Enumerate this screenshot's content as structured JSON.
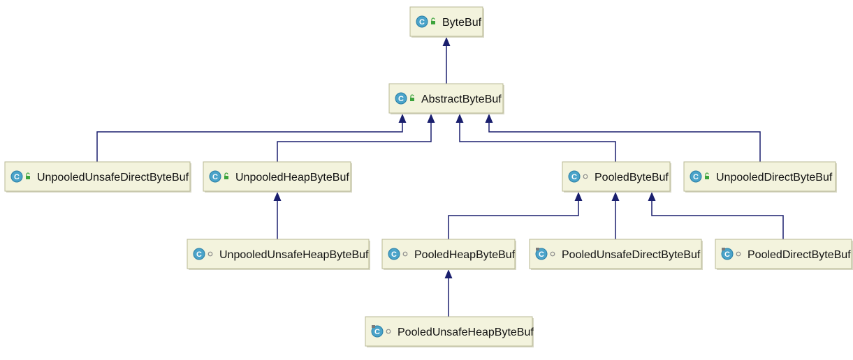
{
  "diagram": {
    "nodes": [
      {
        "id": "bytebuf",
        "label": "ByteBuf",
        "abstract": false,
        "visibility": "public"
      },
      {
        "id": "abstractbytebuf",
        "label": "AbstractByteBuf",
        "abstract": false,
        "visibility": "public"
      },
      {
        "id": "unpooledunsafedirectbytebuf",
        "label": "UnpooledUnsafeDirectByteBuf",
        "abstract": false,
        "visibility": "public"
      },
      {
        "id": "unpooledheapbytebuf",
        "label": "UnpooledHeapByteBuf",
        "abstract": false,
        "visibility": "public"
      },
      {
        "id": "pooledbytebuf",
        "label": "PooledByteBuf",
        "abstract": false,
        "visibility": "package"
      },
      {
        "id": "unpooleddirectbytebuf",
        "label": "UnpooledDirectByteBuf",
        "abstract": false,
        "visibility": "public"
      },
      {
        "id": "unpooledunsafeheapbytebuf",
        "label": "UnpooledUnsafeHeapByteBuf",
        "abstract": false,
        "visibility": "package"
      },
      {
        "id": "pooledheapbytebuf",
        "label": "PooledHeapByteBuf",
        "abstract": false,
        "visibility": "package"
      },
      {
        "id": "pooledunsafedirectbytebuf",
        "label": "PooledUnsafeDirectByteBuf",
        "abstract": true,
        "visibility": "package"
      },
      {
        "id": "pooleddirectbytebuf",
        "label": "PooledDirectByteBuf",
        "abstract": true,
        "visibility": "package"
      },
      {
        "id": "pooledunsafeheapbytebuf",
        "label": "PooledUnsafeHeapByteBuf",
        "abstract": true,
        "visibility": "package"
      }
    ],
    "edges": [
      {
        "from": "abstractbytebuf",
        "to": "bytebuf"
      },
      {
        "from": "unpooledunsafedirectbytebuf",
        "to": "abstractbytebuf"
      },
      {
        "from": "unpooledheapbytebuf",
        "to": "abstractbytebuf"
      },
      {
        "from": "pooledbytebuf",
        "to": "abstractbytebuf"
      },
      {
        "from": "unpooleddirectbytebuf",
        "to": "abstractbytebuf"
      },
      {
        "from": "unpooledunsafeheapbytebuf",
        "to": "unpooledheapbytebuf"
      },
      {
        "from": "pooledheapbytebuf",
        "to": "pooledbytebuf"
      },
      {
        "from": "pooledunsafedirectbytebuf",
        "to": "pooledbytebuf"
      },
      {
        "from": "pooleddirectbytebuf",
        "to": "pooledbytebuf"
      },
      {
        "from": "pooledunsafeheapbytebuf",
        "to": "pooledheapbytebuf"
      }
    ],
    "icon_letter": "C",
    "colors": {
      "edge": "#1a1f6e",
      "node_fill": "#f3f3dd",
      "class_icon": "#4aa3c9"
    }
  }
}
